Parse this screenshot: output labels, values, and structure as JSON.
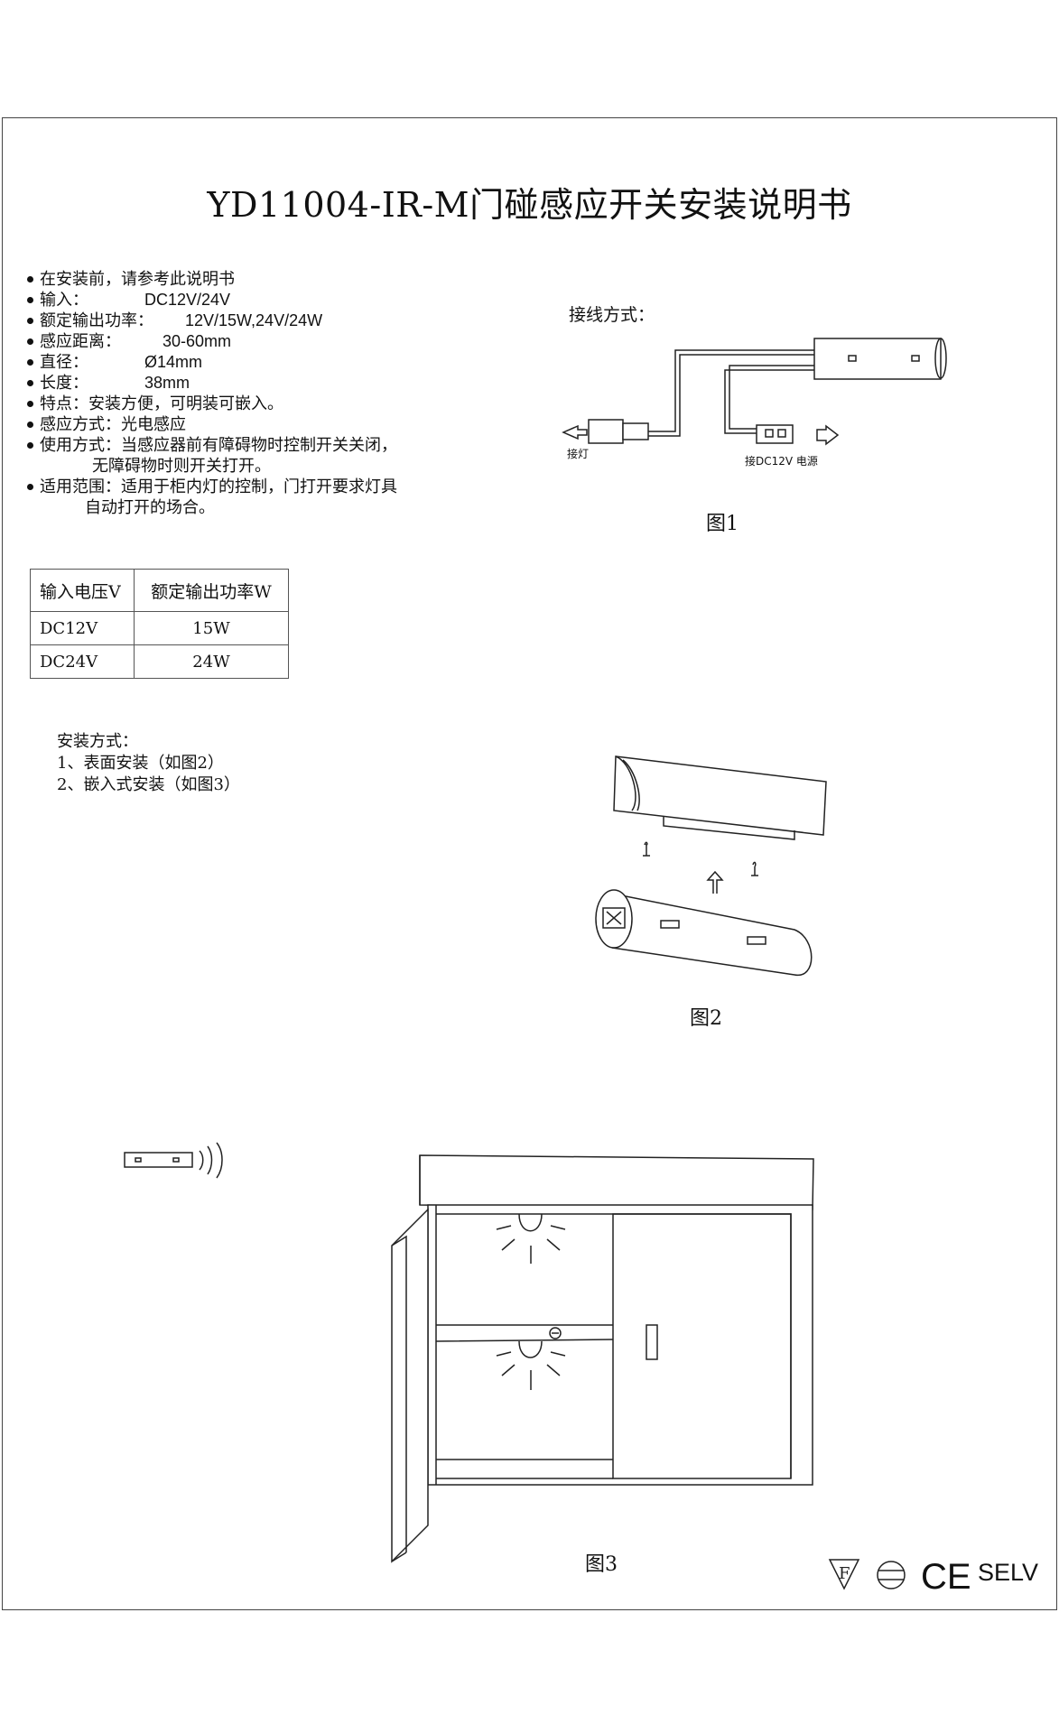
{
  "title": "YD11004-IR-M门碰感应开关安装说明书",
  "specs": [
    {
      "label": "在安装前，请参考此说明书",
      "value": ""
    },
    {
      "label": "输入：",
      "value": "DC12V/24V"
    },
    {
      "label": "额定输出功率：",
      "value": "12V/15W,24V/24W"
    },
    {
      "label": "感应距离：",
      "value": "30-60mm"
    },
    {
      "label": "直径：",
      "value": "Ø14mm"
    },
    {
      "label": "长度：",
      "value": "38mm"
    },
    {
      "label": "特点：安装方便，可明装可嵌入。",
      "value": ""
    },
    {
      "label": "感应方式：光电感应",
      "value": ""
    },
    {
      "label": "使用方式：当感应器前有障碍物时控制开关关闭，",
      "cont": "无障碍物时则开关打开。"
    },
    {
      "label": "适用范围：适用于柜内灯的控制，门打开要求灯具",
      "cont": "自动打开的场合。"
    }
  ],
  "table": {
    "headers": [
      "输入电压V",
      "额定输出功率W"
    ],
    "rows": [
      [
        "DC12V",
        "15W"
      ],
      [
        "DC24V",
        "24W"
      ]
    ]
  },
  "install": {
    "title": "安装方式：",
    "items": [
      "1、表面安装（如图2）",
      "2、嵌入式安装（如图3）"
    ]
  },
  "figure1": {
    "heading": "接线方式：",
    "lamp_label": "接灯",
    "power_label": "接DC12V 电源",
    "caption": "图1"
  },
  "figure2": {
    "caption": "图2"
  },
  "figure3": {
    "caption": "图3"
  },
  "marks": {
    "f_mark": "F",
    "ce_mark": "CE",
    "selv": "SELV"
  }
}
